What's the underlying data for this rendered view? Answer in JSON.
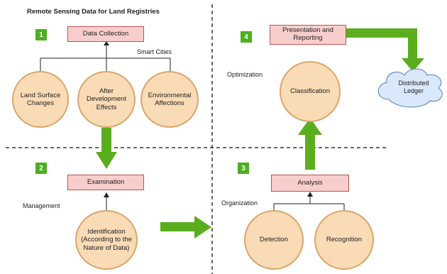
{
  "title": "Remote Sensing Data for Land Registries",
  "colors": {
    "box_fill": "#f8cecc",
    "box_border": "#b85450",
    "circle_fill": "#f9dbb6",
    "circle_border": "#d9a66a",
    "arrow_green": "#5aae1e",
    "badge_green": "#4caf1f",
    "cloud_fill": "#dae8fc",
    "cloud_border": "#6c8ebf"
  },
  "quadrants": {
    "q1": {
      "badge": "1",
      "box": "Data Collection",
      "side_label": "Smart Cities",
      "circles": [
        "Land Surface Changes",
        "After Development Effects",
        "Environmental Affections"
      ]
    },
    "q2": {
      "badge": "2",
      "box": "Examination",
      "side_label": "Management",
      "circle": "Identification (According to the Nature of Data)"
    },
    "q3": {
      "badge": "3",
      "box": "Analysis",
      "side_label": "Organization",
      "circles": [
        "Detection",
        "Recognition"
      ]
    },
    "q4": {
      "badge": "4",
      "box": "Presentation and Reporting",
      "side_label": "Optimization",
      "circle": "Classification",
      "cloud": "Distributed Ledger"
    }
  }
}
